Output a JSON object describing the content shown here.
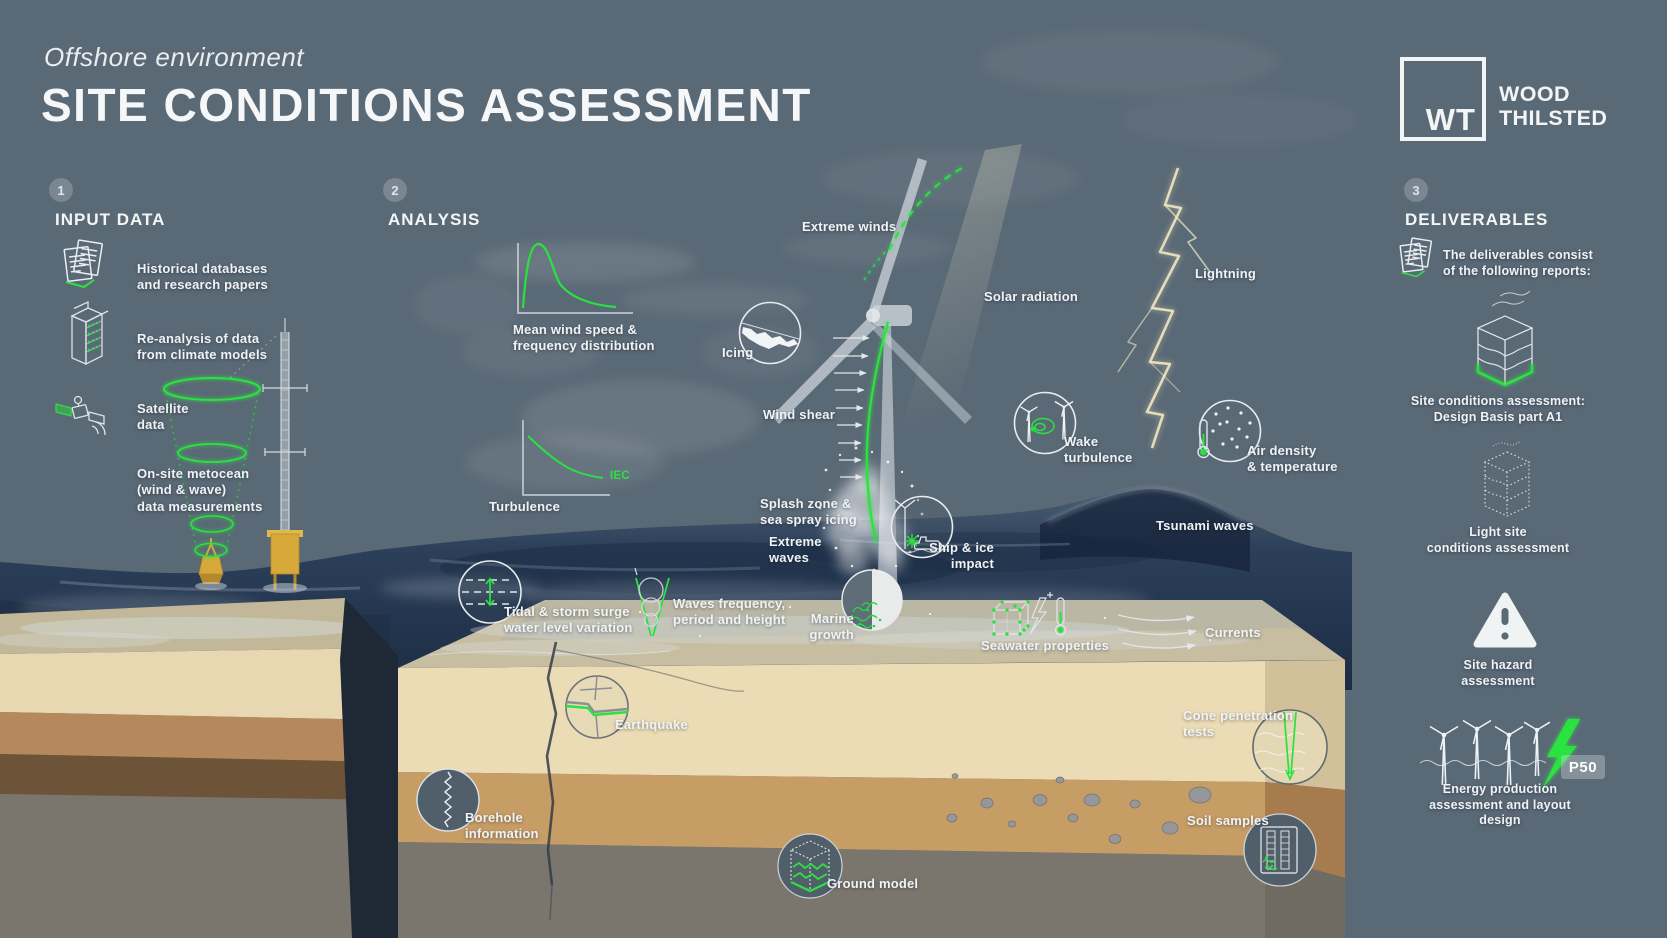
{
  "colors": {
    "background": "#5a6976",
    "accent_green": "#2ae23f",
    "sea_deep": "#1c2c44",
    "sand_light": "#e8d8b2",
    "sand_tan": "#c79d66",
    "rock_gray": "#7b766d",
    "text": "#f0f3f5"
  },
  "header": {
    "eyebrow": "Offshore environment",
    "title": "SITE CONDITIONS ASSESSMENT"
  },
  "logo": {
    "monogram": "WT",
    "company": "WOOD\nTHILSTED"
  },
  "sections": [
    {
      "number": "1",
      "title": "INPUT DATA"
    },
    {
      "number": "2",
      "title": "ANALYSIS"
    },
    {
      "number": "3",
      "title": "DELIVERABLES"
    }
  ],
  "input_data": {
    "items": [
      {
        "icon": "documents-icon",
        "label": "Historical databases\nand research papers"
      },
      {
        "icon": "server-stack-icon",
        "label": "Re-analysis of data\nfrom climate models"
      },
      {
        "icon": "satellite-icon",
        "label": "Satellite\ndata"
      },
      {
        "icon": "metocean-cone-icon",
        "label": "On-site metocean\n(wind & wave)\ndata measurements"
      }
    ]
  },
  "analysis": {
    "charts": [
      {
        "id": "wind-speed-distribution",
        "label": "Mean wind speed &\nfrequency distribution"
      },
      {
        "id": "turbulence",
        "label": "Turbulence",
        "annotation": "IEC"
      }
    ],
    "annotations": {
      "extreme_winds": "Extreme winds",
      "icing": "Icing",
      "wind_shear": "Wind shear",
      "solar_radiation": "Solar radiation",
      "lightning": "Lightning",
      "wake_turbulence": "Wake\nturbulence",
      "air_density": "Air density\n& temperature",
      "splash_zone": "Splash zone &\nsea spray icing",
      "extreme_waves": "Extreme\nwaves",
      "ship_ice_impact": "Ship & ice\nimpact",
      "tsunami_waves": "Tsunami waves",
      "marine_growth": "Marine\ngrowth",
      "tidal_storm_surge": "Tidal & storm surge\nwater level variation",
      "waves_frequency": "Waves frequency,\nperiod and height",
      "seawater_properties": "Seawater properties",
      "currents": "Currents",
      "earthquake": "Earthquake",
      "borehole": "Borehole\ninformation",
      "ground_model": "Ground model",
      "cone_penetration": "Cone penetration\ntests",
      "soil_samples": "Soil samples"
    }
  },
  "deliverables": {
    "intro": "The deliverables consist\nof the following reports:",
    "items": [
      {
        "icon": "layered-cube-icon",
        "label": "Site conditions assessment:\nDesign Basis part A1"
      },
      {
        "icon": "dotted-cube-icon",
        "label": "Light site\nconditions assessment"
      },
      {
        "icon": "warning-triangle-icon",
        "label": "Site hazard\nassessment"
      },
      {
        "icon": "wind-farm-icon",
        "label": "Energy production\nassessment and layout\ndesign",
        "badge": "P50"
      }
    ]
  }
}
